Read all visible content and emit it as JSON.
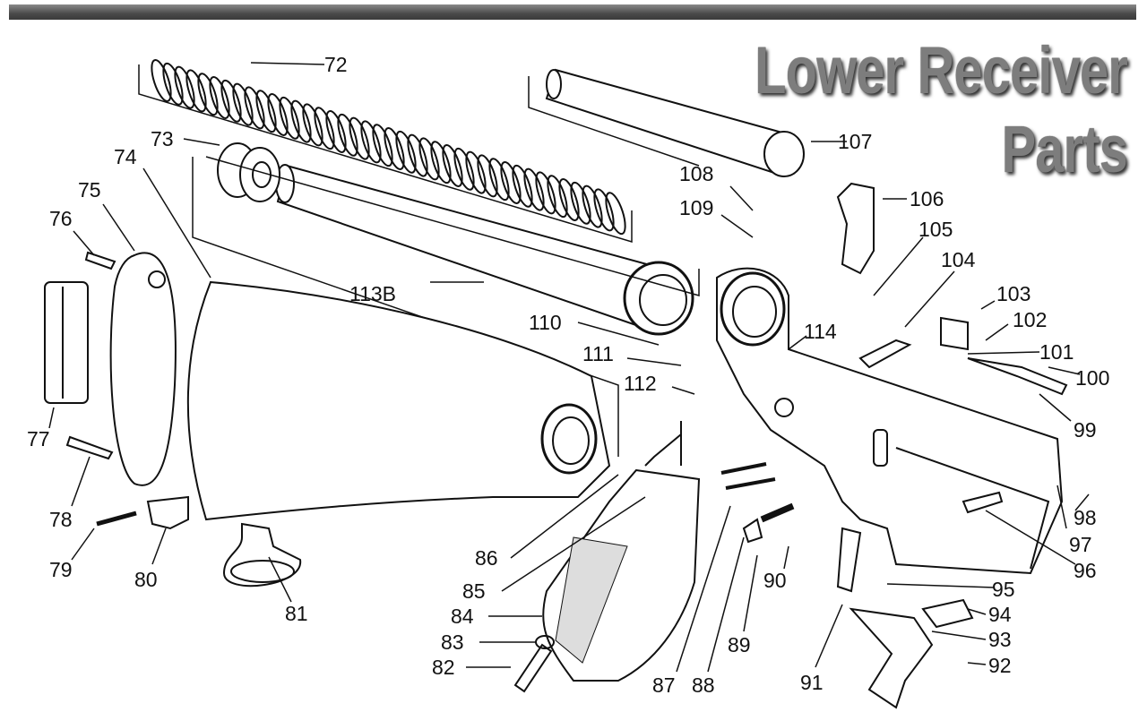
{
  "title": {
    "line1": "Lower Receiver",
    "line2": "Parts"
  },
  "part_labels": [
    "72",
    "73",
    "74",
    "75",
    "76",
    "77",
    "78",
    "79",
    "80",
    "81",
    "82",
    "83",
    "84",
    "85",
    "86",
    "87",
    "88",
    "89",
    "90",
    "91",
    "92",
    "93",
    "94",
    "95",
    "96",
    "97",
    "98",
    "99",
    "100",
    "101",
    "102",
    "103",
    "104",
    "105",
    "106",
    "107",
    "108",
    "109",
    "110",
    "111",
    "112",
    "113B",
    "114"
  ]
}
